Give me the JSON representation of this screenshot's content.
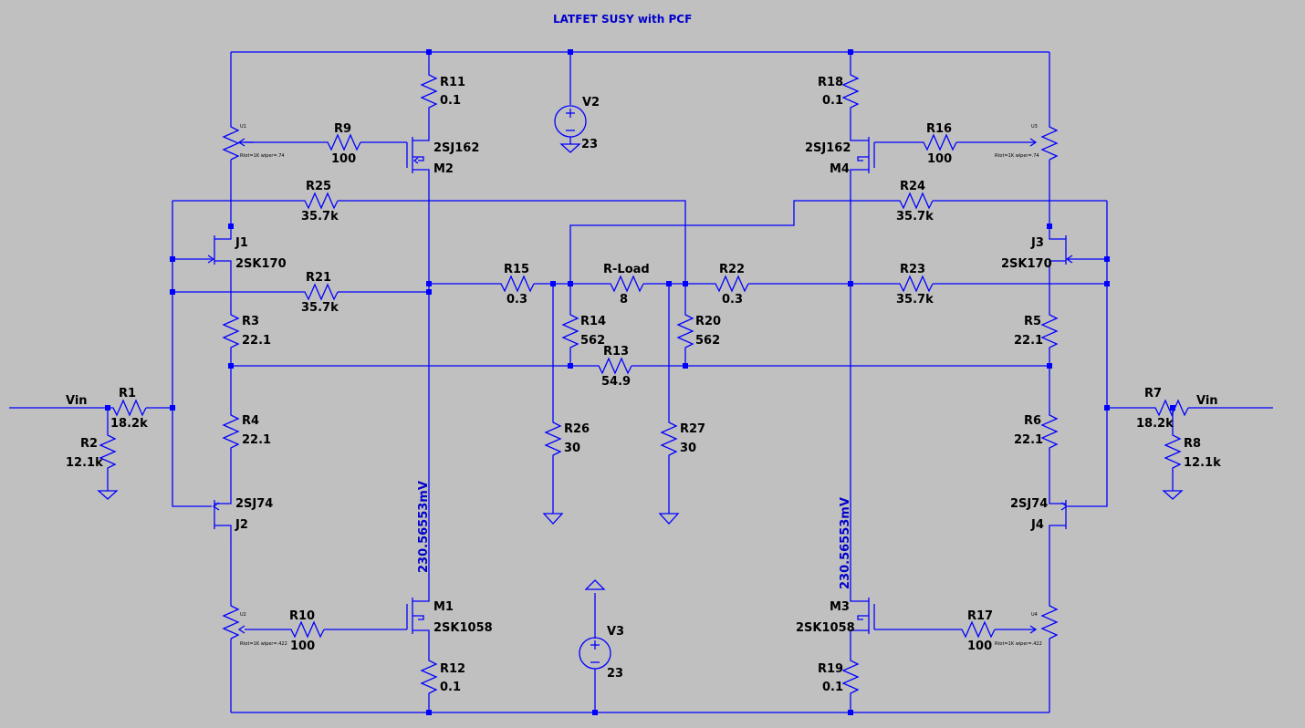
{
  "title": "LATFET SUSY with PCF",
  "components": [
    {
      "id": "r1",
      "name": "R1",
      "value": "18.2k"
    },
    {
      "id": "r2",
      "name": "R2",
      "value": "12.1k"
    },
    {
      "id": "r3",
      "name": "R3",
      "value": "22.1"
    },
    {
      "id": "r4",
      "name": "R4",
      "value": "22.1"
    },
    {
      "id": "r5",
      "name": "R5",
      "value": "22.1"
    },
    {
      "id": "r6",
      "name": "R6",
      "value": "22.1"
    },
    {
      "id": "r7",
      "name": "R7",
      "value": "18.2k"
    },
    {
      "id": "r8",
      "name": "R8",
      "value": "12.1k"
    },
    {
      "id": "r9",
      "name": "R9",
      "value": "100"
    },
    {
      "id": "r10",
      "name": "R10",
      "value": "100"
    },
    {
      "id": "r11",
      "name": "R11",
      "value": "0.1"
    },
    {
      "id": "r12",
      "name": "R12",
      "value": "0.1"
    },
    {
      "id": "r13",
      "name": "R13",
      "value": "54.9"
    },
    {
      "id": "r14",
      "name": "R14",
      "value": "562"
    },
    {
      "id": "r15",
      "name": "R15",
      "value": "0.3"
    },
    {
      "id": "r16",
      "name": "R16",
      "value": "100"
    },
    {
      "id": "r17",
      "name": "R17",
      "value": "100"
    },
    {
      "id": "r18",
      "name": "R18",
      "value": "0.1"
    },
    {
      "id": "r19",
      "name": "R19",
      "value": "0.1"
    },
    {
      "id": "r20",
      "name": "R20",
      "value": "562"
    },
    {
      "id": "r21",
      "name": "R21",
      "value": "35.7k"
    },
    {
      "id": "r22",
      "name": "R22",
      "value": "0.3"
    },
    {
      "id": "r23",
      "name": "R23",
      "value": "35.7k"
    },
    {
      "id": "r24",
      "name": "R24",
      "value": "35.7k"
    },
    {
      "id": "r25",
      "name": "R25",
      "value": "35.7k"
    },
    {
      "id": "r26",
      "name": "R26",
      "value": "30"
    },
    {
      "id": "r27",
      "name": "R27",
      "value": "30"
    },
    {
      "id": "rload",
      "name": "R-Load",
      "value": "8"
    },
    {
      "id": "v2",
      "name": "V2",
      "value": "23"
    },
    {
      "id": "v3",
      "name": "V3",
      "value": "23"
    },
    {
      "id": "m1",
      "name": "M1",
      "value": "2SK1058"
    },
    {
      "id": "m2",
      "name": "M2",
      "value": "2SJ162"
    },
    {
      "id": "m3",
      "name": "M3",
      "value": "2SK1058"
    },
    {
      "id": "m4",
      "name": "M4",
      "value": "2SJ162"
    },
    {
      "id": "j1",
      "name": "J1",
      "value": "2SK170"
    },
    {
      "id": "j2",
      "name": "J2",
      "value": "2SJ74"
    },
    {
      "id": "j3",
      "name": "J3",
      "value": "2SK170"
    },
    {
      "id": "j4",
      "name": "J4",
      "value": "2SJ74"
    },
    {
      "id": "u1",
      "name": "U1",
      "value": "Rtot=1K wiper=.74"
    },
    {
      "id": "u2",
      "name": "U2",
      "value": "Rtot=1K wiper=.422"
    },
    {
      "id": "u3",
      "name": "U3",
      "value": "Rtot=1K wiper=.74"
    },
    {
      "id": "u4",
      "name": "U4",
      "value": "Rtot=1K wiper=.422"
    }
  ],
  "net_labels": {
    "vin_left": "Vin",
    "vin_right": "Vin"
  },
  "probes": {
    "left": "230.56553mV",
    "right": "230.56553mV"
  }
}
